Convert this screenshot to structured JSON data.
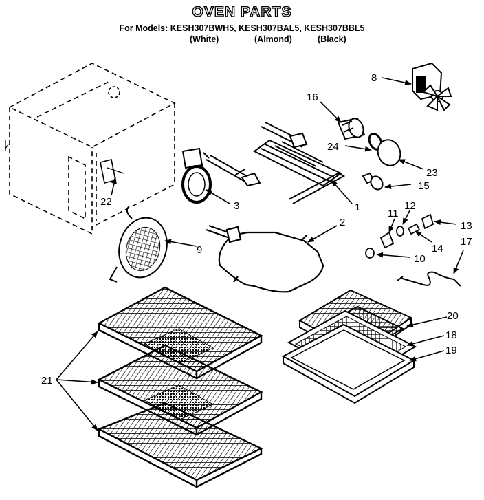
{
  "header": {
    "title": "OVEN PARTS",
    "models": "For Models: KESH307BWH5, KESH307BAL5, KESH307BBL5",
    "variants": [
      "(White)",
      "(Almond)",
      "(Black)"
    ]
  },
  "callouts": [
    "1",
    "2",
    "3",
    "8",
    "9",
    "10",
    "11",
    "12",
    "13",
    "14",
    "15",
    "16",
    "17",
    "18",
    "19",
    "20",
    "21",
    "22",
    "23",
    "24"
  ]
}
